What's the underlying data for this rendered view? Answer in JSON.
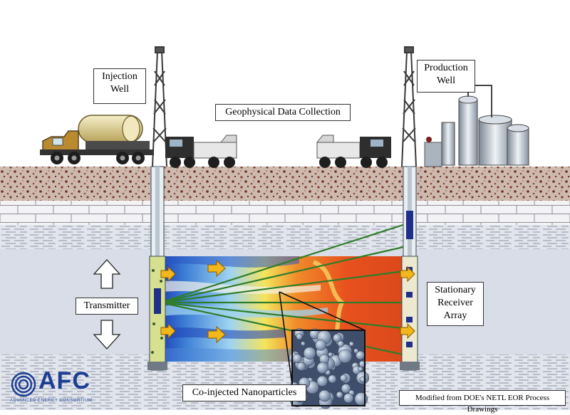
{
  "labels": {
    "injection_well": "Injection\nWell",
    "production_well": "Production\nWell",
    "geophysical": "Geophysical Data Collection",
    "transmitter": "Transmitter",
    "receiver": "Stationary\nReceiver\nArray",
    "nanoparticles": "Co-injected Nanoparticles",
    "credit": "Modified from DOE's NETL EOR Process Drawings"
  },
  "logo": {
    "text": "AFC",
    "subtitle": "ADVANCED ENERGY CONSORTIUM"
  },
  "colors": {
    "sky": "#ffffff",
    "soil": "#c9b2a6",
    "brick": "#f2f1f3",
    "reservoir": "#d9dde6",
    "tomography_hot": "#e8501e",
    "tomography_cold": "#1c3fb5",
    "raypath": "#2f7d2a",
    "arrow": "#f2b71c",
    "logo_blue": "#1d3f93"
  },
  "icons": [
    "up-arrow-icon",
    "down-arrow-icon",
    "tanker-truck-icon",
    "recording-truck-icon",
    "refinery-tanks-icon",
    "derrick-icon"
  ]
}
